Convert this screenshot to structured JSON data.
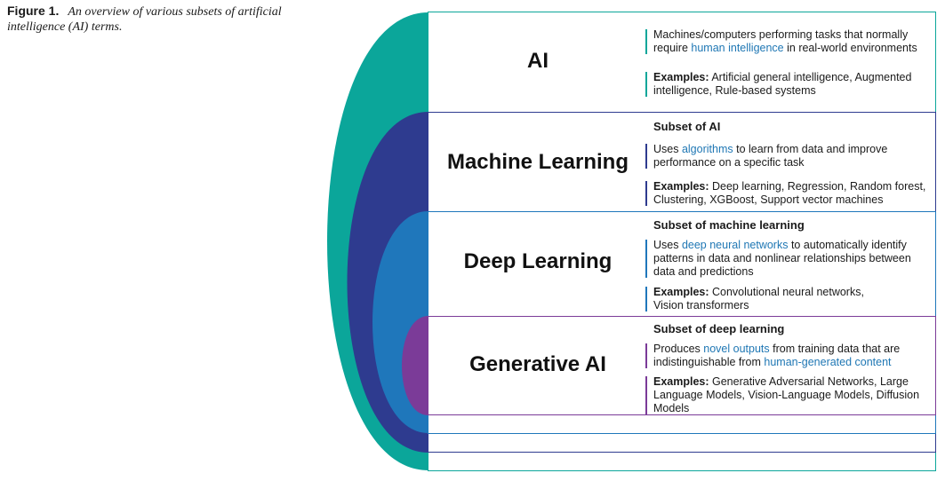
{
  "caption": {
    "label": "Figure 1.",
    "text": "An overview of various subsets of artificial intelligence (AI) terms."
  },
  "colors": {
    "ai": "#0ba69a",
    "ml": "#2e3b8f",
    "dl": "#1f77bb",
    "gen": "#7b3b98",
    "highlight": "#1f77b4"
  },
  "layers": [
    {
      "title": "AI",
      "subset": "",
      "desc_pre": "Machines/computers performing tasks that normally require ",
      "desc_hl": "human intelligence",
      "desc_post": " in real-world environments",
      "desc_hl2": "",
      "examples_label": "Examples:",
      "examples": " Artificial general intelligence, Augmented intelligence, Rule-based systems"
    },
    {
      "title": "Machine Learning",
      "subset": "Subset of AI",
      "desc_pre": "Uses ",
      "desc_hl": "algorithms",
      "desc_post": " to learn from data and improve performance on a specific task",
      "desc_hl2": "",
      "examples_label": "Examples:",
      "examples": " Deep learning, Regression, Random forest, Clustering, XGBoost, Support vector machines"
    },
    {
      "title": "Deep Learning",
      "subset": "Subset of machine learning",
      "desc_pre": "Uses ",
      "desc_hl": "deep neural networks",
      "desc_post": " to automatically identify patterns in data and nonlinear relationships between data and predictions",
      "desc_hl2": "",
      "examples_label": "Examples:",
      "examples": " Convolutional neural networks, Vision transformers"
    },
    {
      "title": "Generative AI",
      "subset": "Subset of deep learning",
      "desc_pre": "Produces ",
      "desc_hl": "novel outputs",
      "desc_post": " from training data that are indistinguishable from ",
      "desc_hl2": "human-generated content",
      "examples_label": "Examples:",
      "examples": " Generative Adversarial Networks, Large Language Models, Vision-Language Models, Diffusion Models"
    }
  ]
}
